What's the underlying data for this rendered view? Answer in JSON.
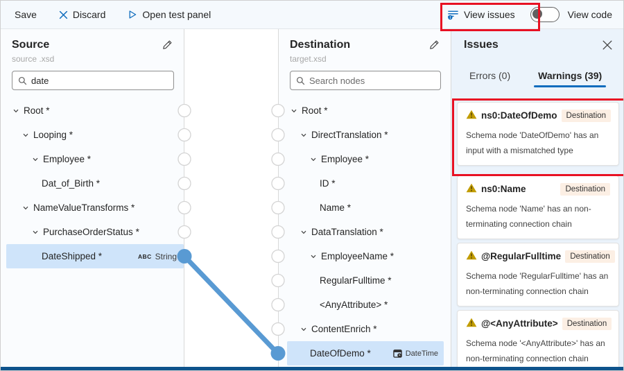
{
  "toolbar": {
    "save": "Save",
    "discard": "Discard",
    "open_test_panel": "Open test panel",
    "view_issues": "View issues",
    "view_code": "View code",
    "view_code_toggle_on": false
  },
  "source": {
    "title": "Source",
    "subtitle": "source .xsd",
    "search_value": "date",
    "nodes": [
      {
        "label": "Root *",
        "level": 0,
        "expandable": true
      },
      {
        "label": "Looping *",
        "level": 1,
        "expandable": true
      },
      {
        "label": "Employee *",
        "level": 2,
        "expandable": true
      },
      {
        "label": "Dat_of_Birth *",
        "level": 3,
        "expandable": false
      },
      {
        "label": "NameValueTransforms *",
        "level": 1,
        "expandable": true
      },
      {
        "label": "PurchaseOrderStatus *",
        "level": 2,
        "expandable": true
      },
      {
        "label": "DateShipped *",
        "level": 3,
        "expandable": false,
        "selected": true,
        "badge": {
          "icon": "abc-icon",
          "label": "String"
        }
      }
    ]
  },
  "destination": {
    "title": "Destination",
    "subtitle": "target.xsd",
    "search_placeholder": "Search nodes",
    "nodes": [
      {
        "label": "Root *",
        "level": 0,
        "expandable": true
      },
      {
        "label": "DirectTranslation *",
        "level": 1,
        "expandable": true
      },
      {
        "label": "Employee *",
        "level": 2,
        "expandable": true
      },
      {
        "label": "ID *",
        "level": 3,
        "expandable": false
      },
      {
        "label": "Name *",
        "level": 3,
        "expandable": false
      },
      {
        "label": "DataTranslation *",
        "level": 1,
        "expandable": true
      },
      {
        "label": "EmployeeName *",
        "level": 2,
        "expandable": true
      },
      {
        "label": "RegularFulltime *",
        "level": 3,
        "expandable": false
      },
      {
        "label": "<AnyAttribute> *",
        "level": 3,
        "expandable": false
      },
      {
        "label": "ContentEnrich *",
        "level": 1,
        "expandable": true
      },
      {
        "label": "DateOfDemo *",
        "level": 2,
        "expandable": false,
        "selected": true,
        "badge": {
          "icon": "datetime-icon",
          "label": "DateTime"
        }
      }
    ]
  },
  "map": {
    "connection": {
      "from": "DateShipped *",
      "to": "DateOfDemo *"
    }
  },
  "issues": {
    "title": "Issues",
    "tabs": [
      {
        "label": "Errors (0)",
        "active": false
      },
      {
        "label": "Warnings (39)",
        "active": true
      }
    ],
    "cards": [
      {
        "name": "ns0:DateOfDemo",
        "badge": "Destination",
        "message": "Schema node 'DateOfDemo' has an input with a mismatched type",
        "annotated": true
      },
      {
        "name": "ns0:Name",
        "badge": "Destination",
        "message": "Schema node 'Name' has an non-terminating connection chain",
        "annotated": false
      },
      {
        "name": "@RegularFulltime",
        "badge": "Destination",
        "message": "Schema node 'RegularFulltime' has an non-terminating connection chain",
        "annotated": false
      },
      {
        "name": "@<AnyAttribute>",
        "badge": "Destination",
        "message": "Schema node '<AnyAttribute>' has an non-terminating connection chain",
        "annotated": false
      }
    ]
  },
  "colors": {
    "accent": "#0f6cbd",
    "warning": "#c19c00",
    "connection": "#599ad3",
    "annotation": "#e81123",
    "selected_row": "#cfe4fa",
    "badge_bg": "#fcefe4",
    "bottom_bar": "#0e538c"
  }
}
